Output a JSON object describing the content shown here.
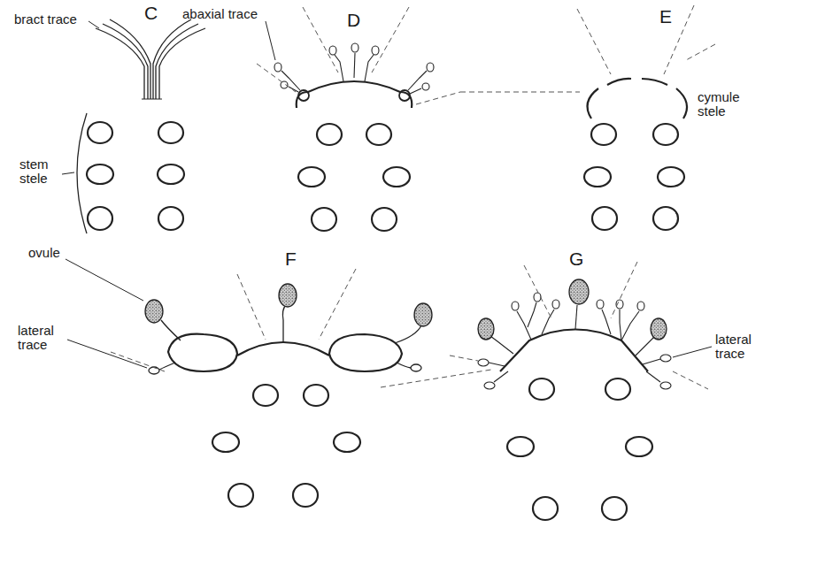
{
  "diagram": {
    "labels": [
      "C",
      "bract trace",
      "abaxial trace",
      "D",
      "E",
      "stem stele",
      "cymule stele",
      "F",
      "ovule",
      "lateral trace",
      "G",
      "lateral trace"
    ]
  }
}
